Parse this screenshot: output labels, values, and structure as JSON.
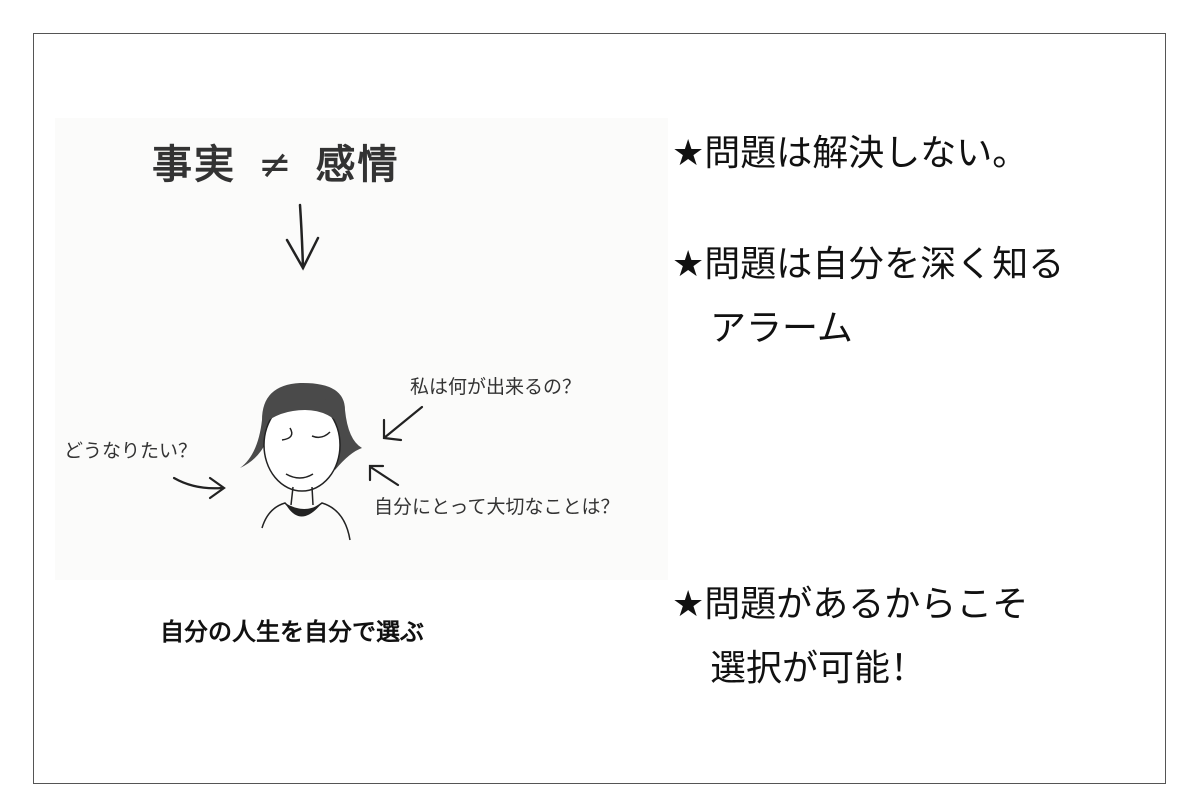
{
  "illustration": {
    "title_left": "事実",
    "title_symbol": "≠",
    "title_right": "感情",
    "questions": [
      "私は何が出来るの？",
      "どうなりたい？",
      "自分にとって大切なことは？"
    ],
    "caption": "自分の人生を自分で選ぶ"
  },
  "points": [
    {
      "line1": "★問題は解決しない。"
    },
    {
      "line1": "★問題は自分を深く知る",
      "line2": "アラーム"
    },
    {
      "line1": "★問題があるからこそ",
      "line2": "選択が可能！"
    }
  ]
}
